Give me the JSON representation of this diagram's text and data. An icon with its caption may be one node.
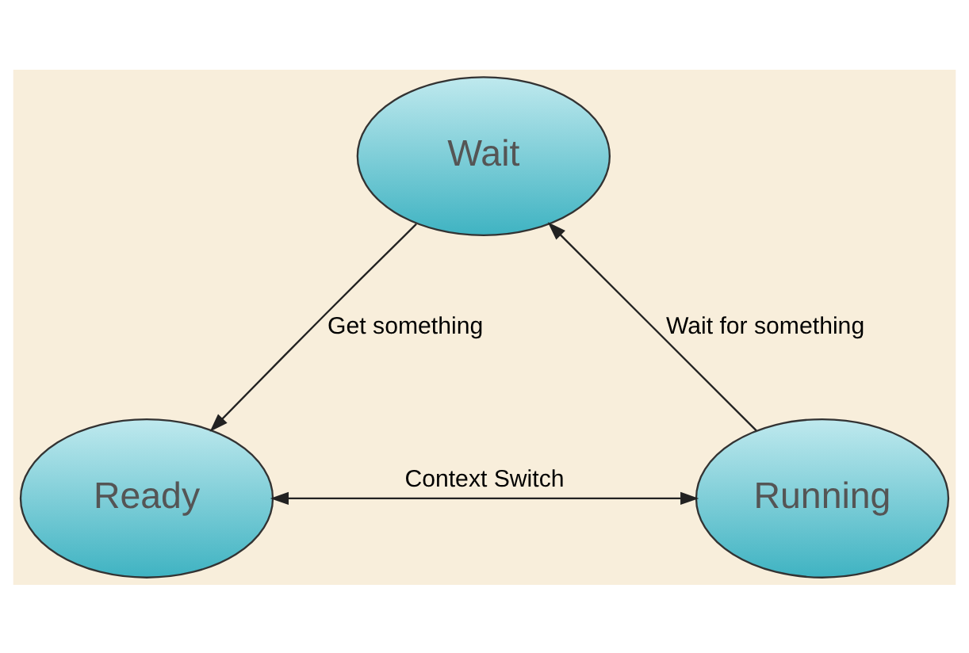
{
  "diagram": {
    "nodes": [
      {
        "text": [
          "Wait"
        ]
      },
      {
        "text": [
          "Ready"
        ]
      },
      {
        "text": [
          "Running"
        ]
      }
    ],
    "edges": [
      {
        "from": 0,
        "to": 1,
        "arrow": "to",
        "label": "Get something"
      },
      {
        "from": 2,
        "to": 0,
        "arrow": "to",
        "label": "Wait for something"
      },
      {
        "from": 1,
        "to": 2,
        "arrow": "both",
        "label": "Context Switch"
      }
    ]
  }
}
